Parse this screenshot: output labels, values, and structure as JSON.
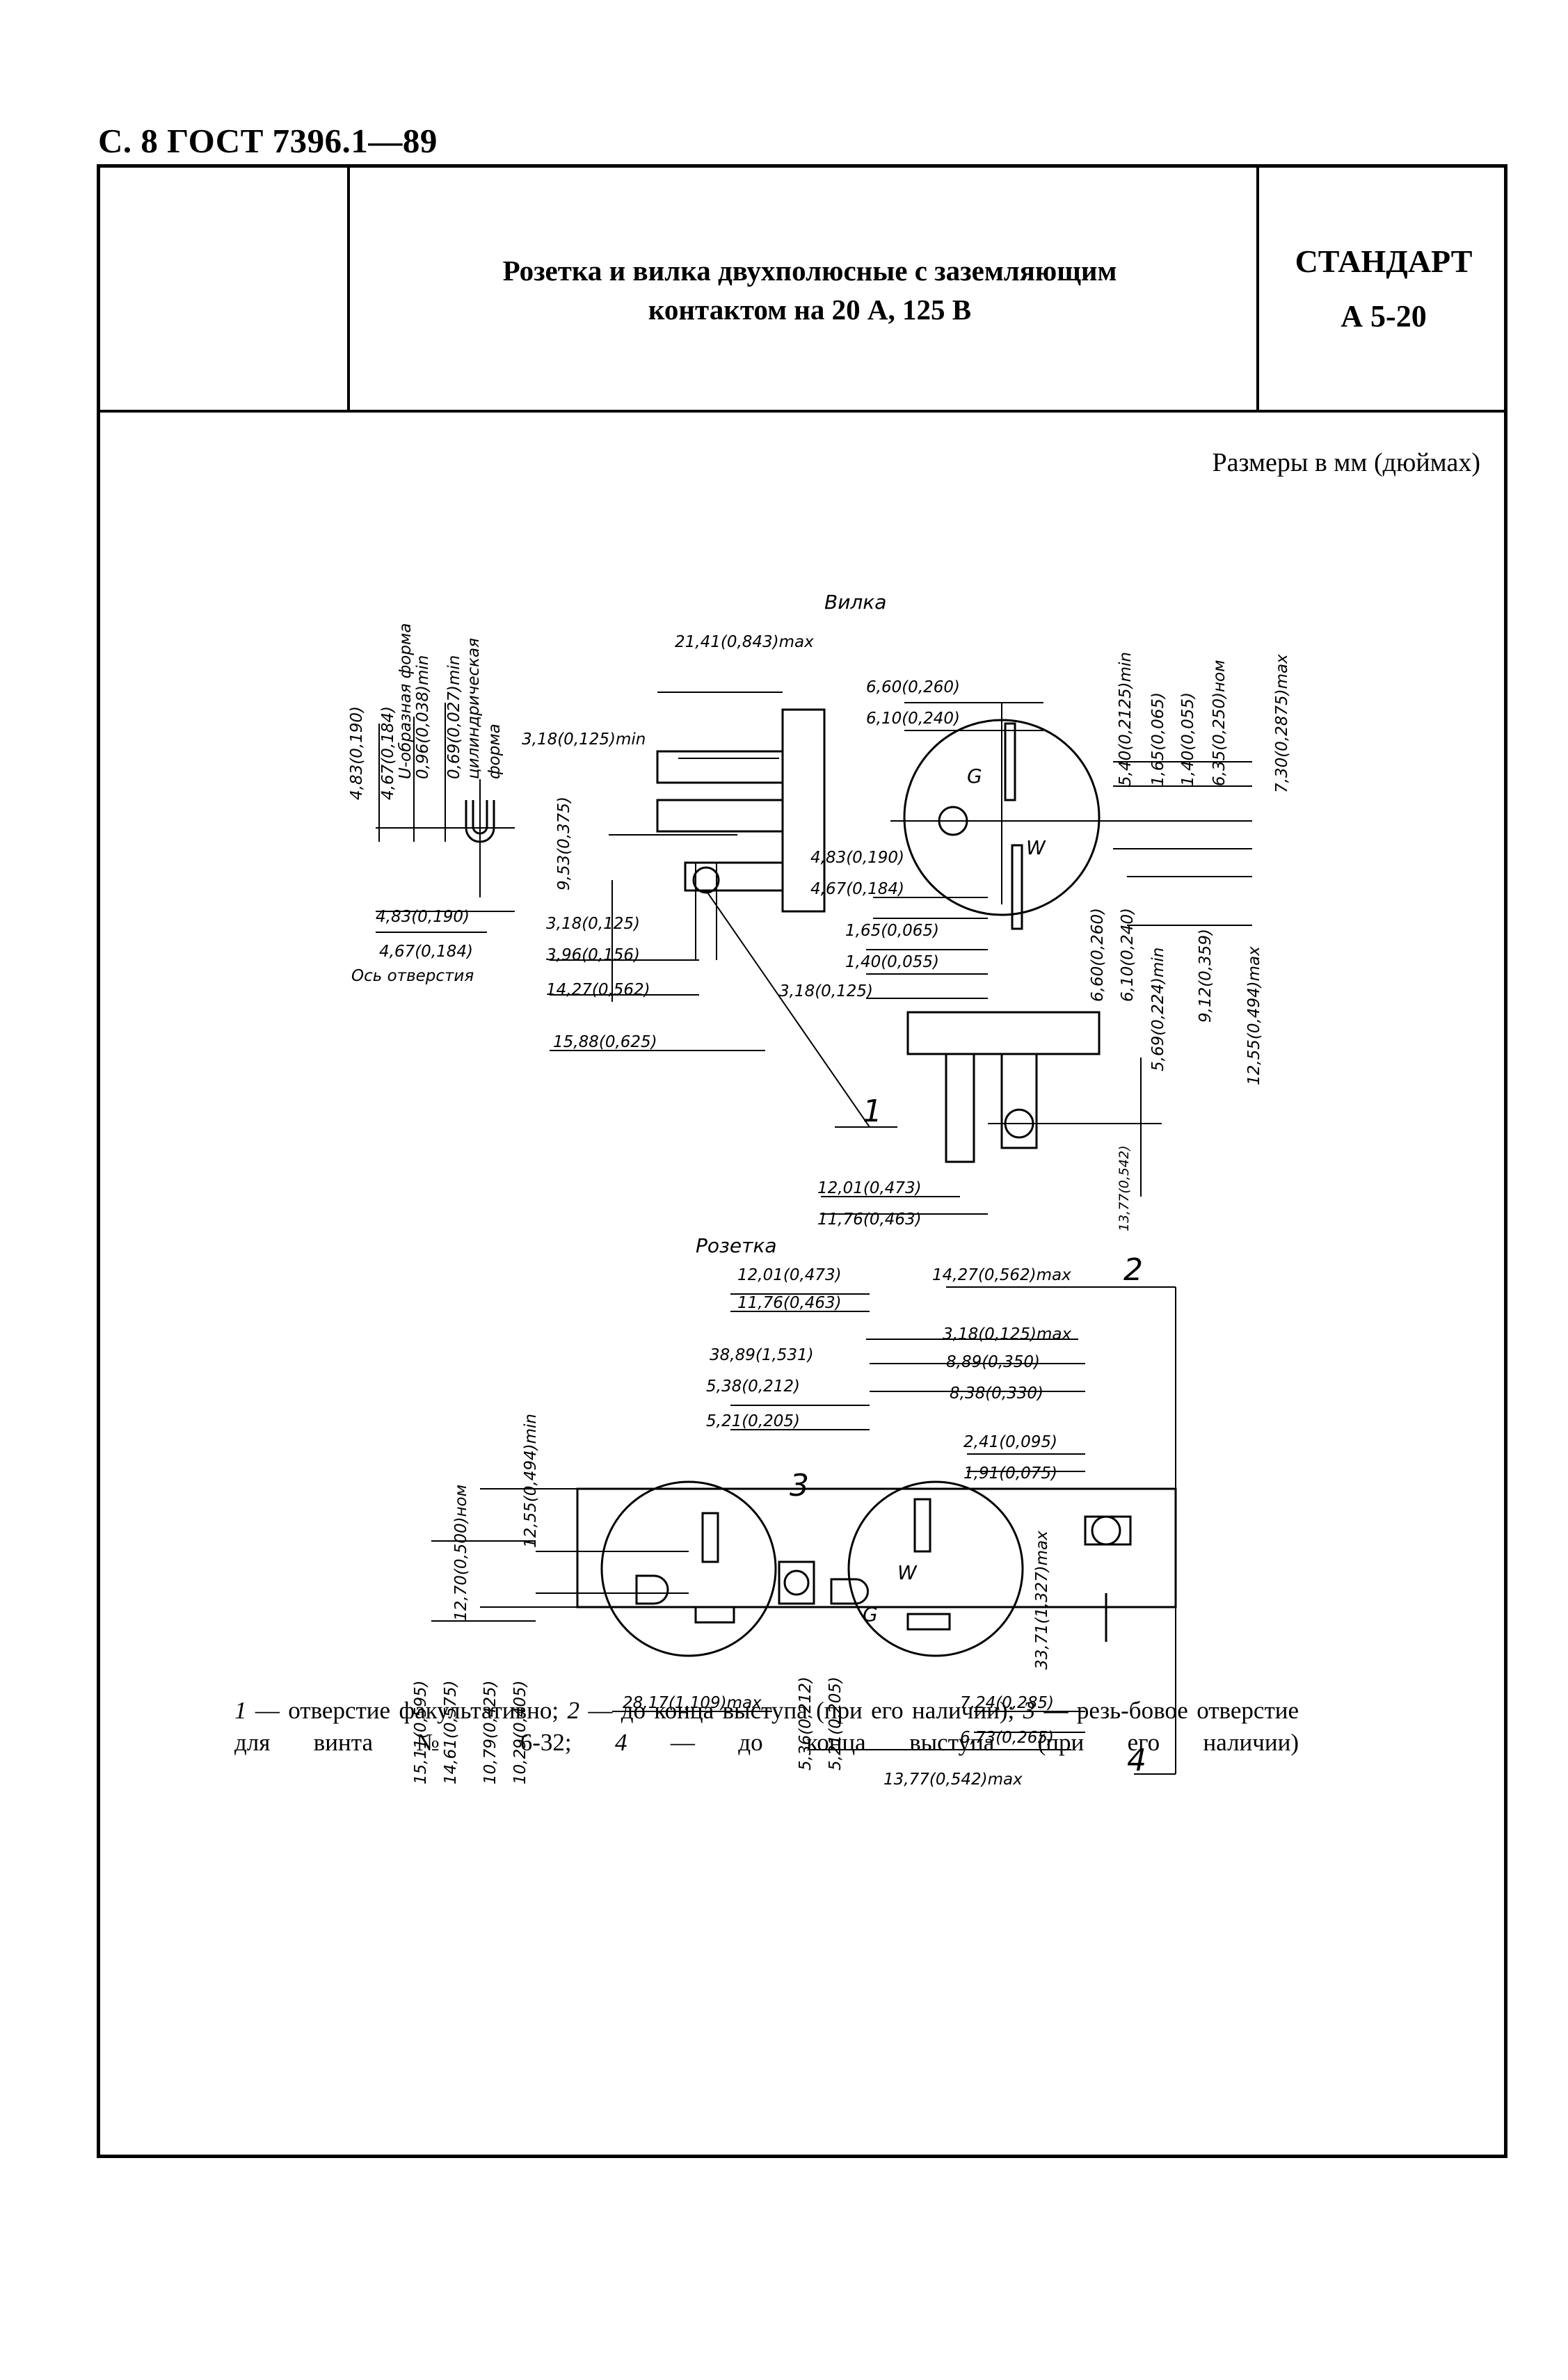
{
  "header": {
    "page_ref": "С. 8 ГОСТ 7396.1—89"
  },
  "title_block": {
    "title_line1": "Розетка и вилка двухполюсные с заземляющим",
    "title_line2": "контактом на 20 А, 125 В",
    "standard_label": "СТАНДАРТ",
    "standard_code": "А 5-20"
  },
  "units_note": "Размеры в мм (дюймах)",
  "plug": {
    "label": "Вилка",
    "dims": {
      "overall": "21,41(0,843)max",
      "d_6_60": "6,60(0,260)",
      "d_6_10": "6,10(0,240)",
      "d_3_18_min": "3,18(0,125)min",
      "d_9_53": "9,53(0,375)",
      "d_4_83_b": "4,83(0,190)",
      "d_4_67_b": "4,67(0,184)",
      "d_1_65": "1,65(0,065)",
      "d_1_40": "1,40(0,055)",
      "d_3_18_b": "3,18(0,125)",
      "d_3_18_a": "3,18(0,125)",
      "d_3_96": "3,96(0,156)",
      "d_14_27": "14,27(0,562)",
      "d_15_88": "15,88(0,625)",
      "d_12_01": "12,01(0,473)",
      "d_11_76": "11,76(0,463)",
      "v_5_40": "5,40(0,2125)min",
      "v_1_65": "1,65(0,065)",
      "v_1_40": "1,40(0,055)",
      "v_6_35": "6,35(0,250)ном",
      "v_7_30": "7,30(0,2875)max",
      "v_6_60": "6,60(0,260)",
      "v_6_10": "6,10(0,240)",
      "v_5_69": "5,69(0,224)min",
      "v_9_12": "9,12(0,359)",
      "v_12_55": "12,55(0,494)max",
      "v_13_77": "13,77(0,542)",
      "marker_g": "G",
      "marker_w": "W"
    }
  },
  "hole_detail": {
    "v_4_83": "4,83(0,190)",
    "v_4_67": "4,67(0,184)",
    "v_u_form": "U-образная форма",
    "v_0_96": "0,96(0,038)min",
    "v_0_69": "0,69(0,027)min",
    "v_cyl": "цилиндрическая",
    "v_form": "форма",
    "d_4_83": "4,83(0,190)",
    "d_4_67": "4,67(0,184)",
    "axis_label": "Ось отверстия"
  },
  "socket": {
    "label": "Розетка",
    "dims": {
      "d_12_01": "12,01(0,473)",
      "d_11_76": "11,76(0,463)",
      "d_14_27": "14,27(0,562)max",
      "d_3_18": "3,18(0,125)max",
      "d_38_89": "38,89(1,531)",
      "d_8_89": "8,89(0,350)",
      "d_5_38": "5,38(0,212)",
      "d_8_38": "8,38(0,330)",
      "d_5_21": "5,21(0,205)",
      "d_2_41": "2,41(0,095)",
      "d_1_91": "1,91(0,075)",
      "d_28_17": "28,17(1,109)max",
      "d_7_24": "7,24(0,285)",
      "d_6_73": "6,73(0,265)",
      "d_13_77": "13,77(0,542)max",
      "v_12_70": "12,70(0,500)ном",
      "v_12_55": "12,55(0,494)min",
      "v_15_11": "15,11(0,595)",
      "v_14_61": "14,61(0,575)",
      "v_10_79": "10,79(0,425)",
      "v_10_29": "10,29(0,405)",
      "v_5_36": "5,36(0,212)",
      "v_5_21": "5,21(0,205)",
      "v_33_71": "33,71(1,327)max",
      "marker_w": "W",
      "marker_g": "G"
    }
  },
  "callouts": {
    "c1": "1",
    "c2": "2",
    "c3": "3",
    "c4": "4"
  },
  "caption": {
    "n1": "1",
    "t1": " — отверстие факультативно; ",
    "n2": "2",
    "t2": " — до конца выступа (при его наличии); ",
    "n3": "3",
    "t3": " — резь-бовое отверстие для винта № 6-32; ",
    "n4": "4",
    "t4": " — до конца выступа (при его наличии)"
  }
}
